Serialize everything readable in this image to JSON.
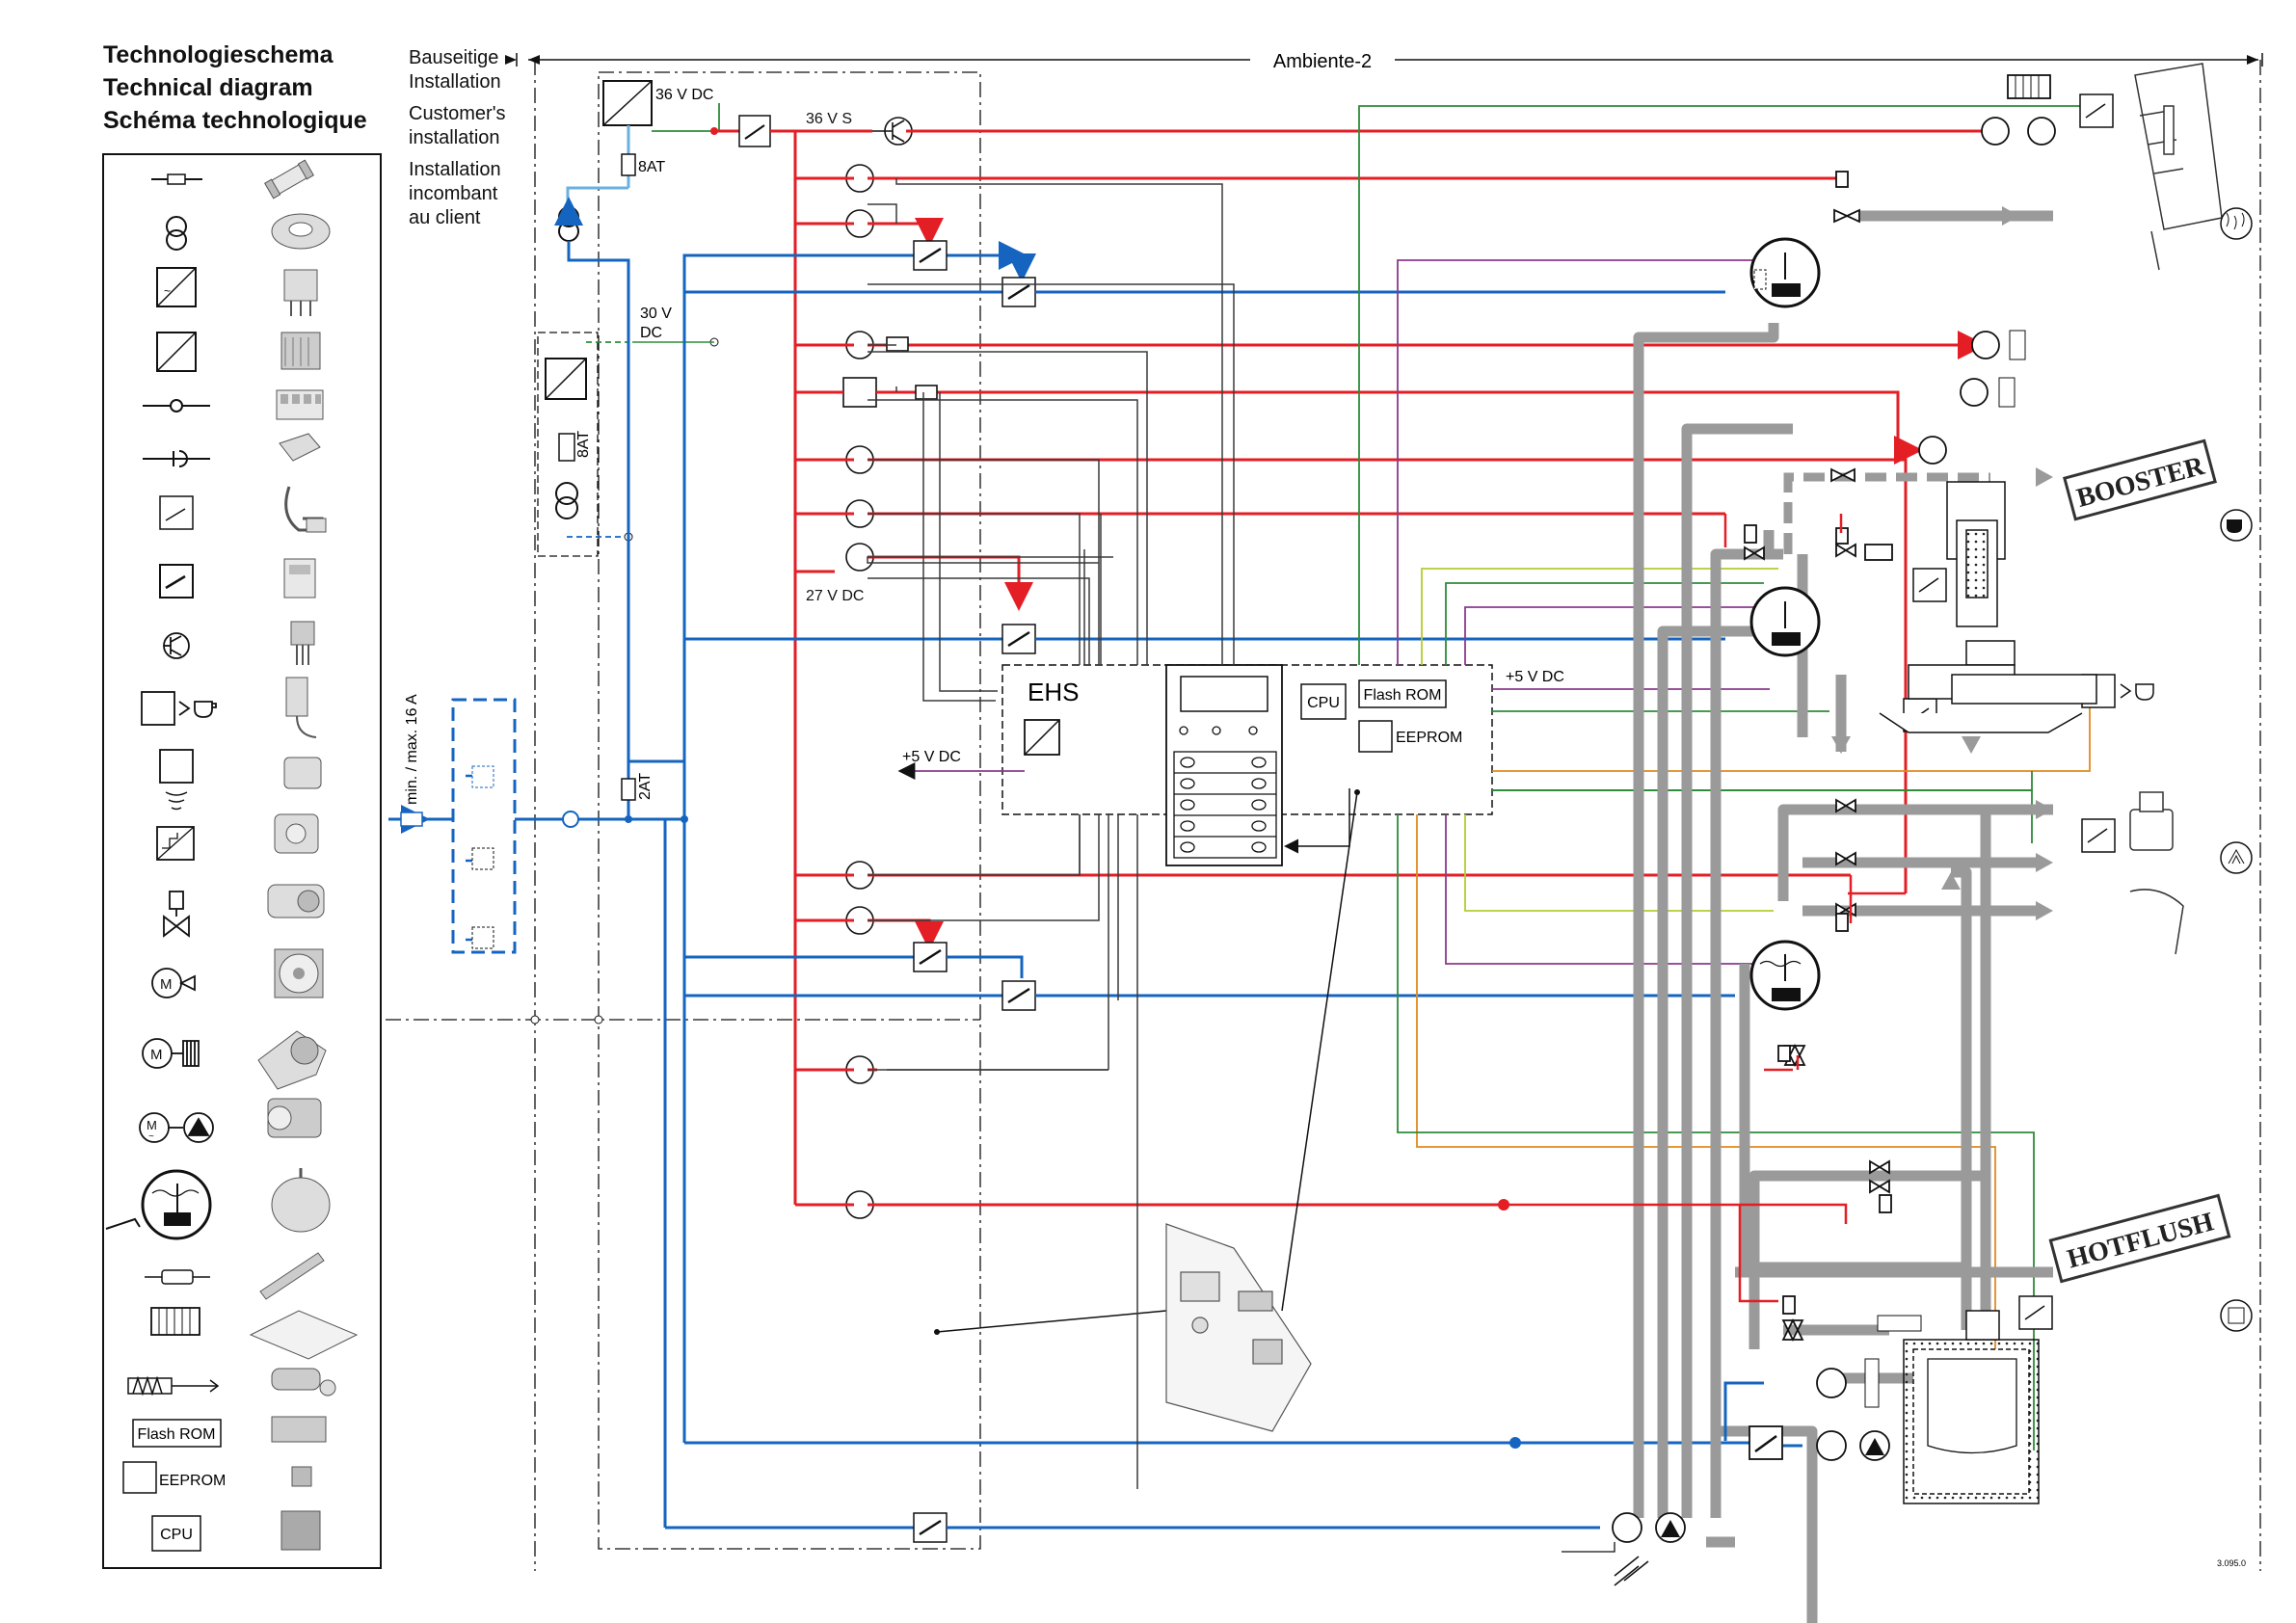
{
  "header": {
    "title_de": "Technologieschema",
    "title_en": "Technical diagram",
    "title_fr": "Schéma technologique",
    "customer_de_1": "Bauseitige",
    "customer_de_2": "Installation",
    "customer_en_1": "Customer's",
    "customer_en_2": "installation",
    "customer_fr_1": "Installation",
    "customer_fr_2": "incombant",
    "customer_fr_3": "au client",
    "machine_label": "Ambiente-2"
  },
  "legend": {
    "flash_rom": "Flash ROM",
    "eeprom": "EEPROM",
    "cpu": "CPU"
  },
  "supply": {
    "v36dc": "36 V DC",
    "v36s": "36 V S",
    "v30dc_1": "30 V",
    "v30dc_2": "DC",
    "fuse_8at_top": "8AT",
    "fuse_8at_mid": "8AT",
    "fuse_2at": "2AT",
    "mains": "min. / max. 16 A",
    "v27dc": "27 V DC",
    "v5dc_left": "+5 V DC",
    "v5dc_right": "+5 V DC"
  },
  "board": {
    "ehs": "EHS",
    "cpu": "CPU",
    "flash_rom": "Flash ROM",
    "eeprom": "EEPROM"
  },
  "stamps": {
    "booster": "BOOSTER",
    "hotflush": "HOTFLUSH"
  },
  "footer": {
    "doc_code": "3.095.0"
  },
  "colors": {
    "power": "#e31e24",
    "water_ctrl": "#1565c0",
    "fluid": "#9a9a9a",
    "signal_dark": "#3a3a3a",
    "green": "#2e8b3a",
    "purple": "#8b3a8b",
    "lime": "#b5cc2e",
    "orange": "#e08a1e",
    "light_blue": "#6ab0e0"
  }
}
